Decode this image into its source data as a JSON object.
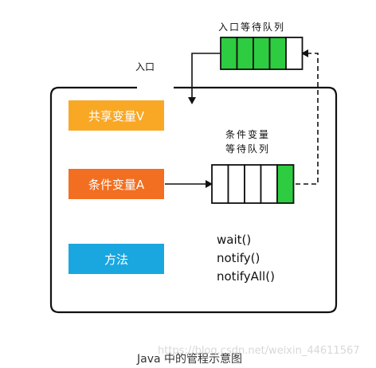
{
  "diagram": {
    "entry_queue": {
      "title": "入口等待队列",
      "slots": [
        "filled",
        "filled",
        "filled",
        "filled",
        "empty"
      ]
    },
    "entry_label": "入口",
    "shared_var": {
      "label": "共享变量V",
      "color": "#f9a825"
    },
    "cond_var": {
      "label": "条件变量A",
      "color": "#f26f21"
    },
    "cond_queue": {
      "title_line1": "条件变量",
      "title_line2": "等待队列",
      "slots": [
        "empty",
        "empty",
        "empty",
        "empty",
        "filled"
      ]
    },
    "method_box": {
      "label": "方法",
      "color": "#1aa7e0"
    },
    "methods": [
      "wait()",
      "notify()",
      "notifyAll()"
    ],
    "caption": "Java 中的管程示意图",
    "watermark": "https://blog.csdn.net/weixin_44611567",
    "colors": {
      "filled": "#2ecc40",
      "empty": "#ffffff",
      "stroke": "#111111"
    }
  }
}
